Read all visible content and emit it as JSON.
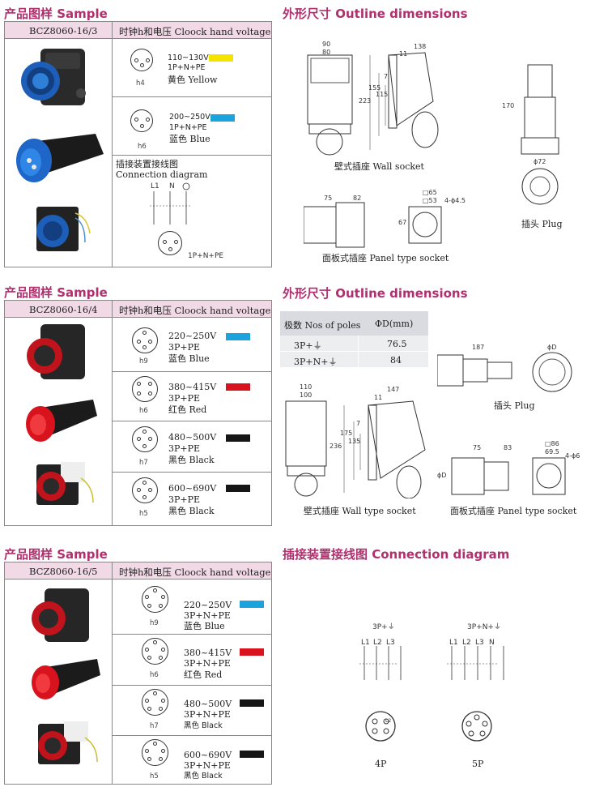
{
  "section1": {
    "sample_title": "产品图样 Sample",
    "outline_title": "外形尺寸 Outline dimensions",
    "model": "BCZ8060-16/3",
    "voltage_header": "时钟h和电压 Cloock hand voltage",
    "rows": [
      {
        "code": "h4",
        "voltage": "110~130V",
        "poles": "1P+N+PE",
        "color_label": "黄色 Yellow",
        "color": "#f5e400"
      },
      {
        "code": "h6",
        "voltage": "200~250V",
        "poles": "1P+N+PE",
        "color_label": "蓝色 Blue",
        "color": "#1aa3dc"
      }
    ],
    "connection_title_cn": "插接装置接线图",
    "connection_title_en": "Connection diagram",
    "wire_labels": [
      "L1",
      "N"
    ],
    "pole_label": "1P+N+PE",
    "dims": {
      "wall": [
        "90",
        "80",
        "138",
        "11",
        "7",
        "223",
        "155",
        "115"
      ],
      "panel": [
        "75",
        "82",
        "□65",
        "□53",
        "4-ϕ4.5",
        "67"
      ],
      "plug": [
        "170",
        "ϕ72"
      ]
    },
    "wall_caption": "壁式插座 Wall socket",
    "panel_caption": "面板式插座 Panel type socket",
    "plug_caption": "插头 Plug"
  },
  "section2": {
    "sample_title": "产品图样 Sample",
    "outline_title": "外形尺寸 Outline dimensions",
    "model": "BCZ8060-16/4",
    "voltage_header": "时钟h和电压 Cloock hand voltage",
    "rows": [
      {
        "code": "h9",
        "voltage": "220~250V",
        "poles": "3P+PE",
        "color_label": "蓝色 Blue",
        "color": "#1aa3dc"
      },
      {
        "code": "h6",
        "voltage": "380~415V",
        "poles": "3P+PE",
        "color_label": "红色 Red",
        "color": "#d8131d"
      },
      {
        "code": "h7",
        "voltage": "480~500V",
        "poles": "3P+PE",
        "color_label": "黑色 Black",
        "color": "#161616"
      },
      {
        "code": "h5",
        "voltage": "600~690V",
        "poles": "3P+PE",
        "color_label": "黑色 Black",
        "color": "#161616"
      }
    ],
    "poles_table": {
      "header_poles": "极数 Nos of poles",
      "header_d": "ΦD(mm)",
      "rows": [
        {
          "poles": "3P+⏚",
          "d": "76.5"
        },
        {
          "poles": "3P+N+⏚",
          "d": "84"
        }
      ]
    },
    "dims": {
      "wall": [
        "110",
        "100",
        "147",
        "11",
        "7",
        "236",
        "175",
        "135"
      ],
      "plug": [
        "187",
        "ϕD"
      ],
      "panel": [
        "75",
        "83",
        "□86",
        "69.5",
        "4-ϕ6",
        "ϕD"
      ]
    },
    "plug_caption": "插头 Plug",
    "wall_caption": "壁式插座 Wall type socket",
    "panel_caption": "面板式插座   Panel type socket"
  },
  "section3": {
    "sample_title": "产品图样 Sample",
    "connection_title": "插接装置接线图  Connection diagram",
    "model": "BCZ8060-16/5",
    "voltage_header": "时钟h和电压 Cloock hand voltage",
    "rows": [
      {
        "code": "h9",
        "voltage": "220~250V",
        "poles": "3P+N+PE",
        "color_label": "蓝色 Blue",
        "color": "#1aa3dc"
      },
      {
        "code": "h6",
        "voltage": "380~415V",
        "poles": "3P+N+PE",
        "color_label": "红色 Red",
        "color": "#d8131d"
      },
      {
        "code": "h7",
        "voltage": "480~500V",
        "poles": "3P+N+PE",
        "color_label": "黑色 Black",
        "color": "#161616"
      },
      {
        "code": "h5",
        "voltage": "600~690V",
        "poles": "3P+N+PE",
        "color_label": "黑色 Black",
        "color": "#161616"
      }
    ],
    "diagram_4p": {
      "title": "3P+⏚",
      "wires": [
        "L1",
        "L2",
        "L3"
      ],
      "label": "4P",
      "pin_label": "L2"
    },
    "diagram_5p": {
      "title": "3P+N+⏚",
      "wires": [
        "L1",
        "L2",
        "L3",
        "N"
      ],
      "label": "5P"
    }
  }
}
